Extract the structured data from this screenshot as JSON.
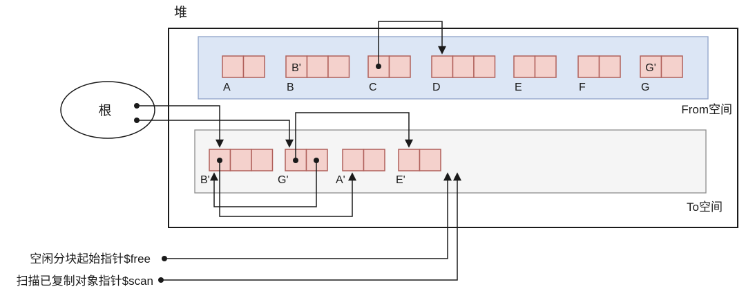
{
  "title": "堆",
  "root": {
    "label": "根"
  },
  "from_space": {
    "label": "From空间",
    "objects": [
      {
        "name": "A",
        "cells": 2,
        "cell_texts": [
          "",
          ""
        ]
      },
      {
        "name": "B",
        "cells": 3,
        "cell_texts": [
          "B'",
          "",
          ""
        ]
      },
      {
        "name": "C",
        "cells": 2,
        "cell_texts": [
          "",
          ""
        ]
      },
      {
        "name": "D",
        "cells": 3,
        "cell_texts": [
          "",
          "",
          ""
        ]
      },
      {
        "name": "E",
        "cells": 2,
        "cell_texts": [
          "",
          ""
        ]
      },
      {
        "name": "F",
        "cells": 2,
        "cell_texts": [
          "",
          ""
        ]
      },
      {
        "name": "G",
        "cells": 2,
        "cell_texts": [
          "G'",
          ""
        ]
      }
    ]
  },
  "to_space": {
    "label": "To空间",
    "objects": [
      {
        "name": "B'",
        "cells": 3
      },
      {
        "name": "G'",
        "cells": 2
      },
      {
        "name": "A'",
        "cells": 2
      },
      {
        "name": "E'",
        "cells": 2
      }
    ]
  },
  "pointer_labels": {
    "free": "空闲分块起始指针$free",
    "scan": "扫描已复制对象指针$scan"
  },
  "edges": [
    {
      "from": "root",
      "to": "B'"
    },
    {
      "from": "root",
      "to": "G'"
    },
    {
      "from": "C.field1",
      "to": "D"
    },
    {
      "from": "G'.field1",
      "to": "E'"
    },
    {
      "from": "G'.field2",
      "to": "B'"
    },
    {
      "from": "B'.field1",
      "to": "A'"
    },
    {
      "from": "$free",
      "to": "to-space-free-area"
    },
    {
      "from": "$scan",
      "to": "to-space-free-area"
    }
  ],
  "colors": {
    "from_space_fill": "#dce6f5",
    "from_space_border": "#8fa3c8",
    "to_space_fill": "#f5f5f5",
    "to_space_border": "#8c8c8c",
    "cell_fill": "#f4d1cc",
    "cell_border": "#b0605b",
    "line": "#1a1a1a"
  }
}
